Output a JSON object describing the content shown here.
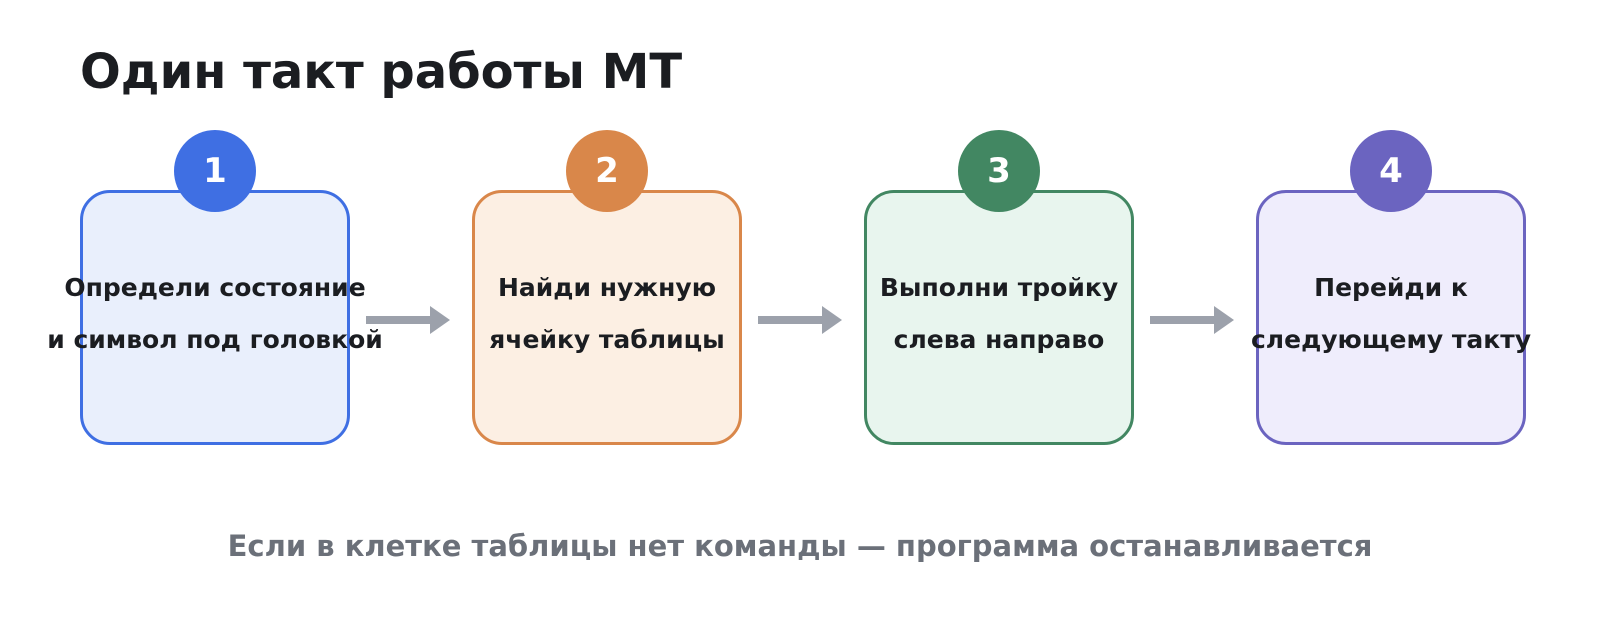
{
  "title": "Один такт работы МТ",
  "steps": [
    {
      "number": "1",
      "lines": [
        "Определи состояние",
        "и символ под головкой"
      ],
      "accent_color": "#3f6fe3",
      "fill_color": "#e9effc"
    },
    {
      "number": "2",
      "lines": [
        "Найди нужную",
        "ячейку таблицы"
      ],
      "accent_color": "#d9874a",
      "fill_color": "#fcefe3"
    },
    {
      "number": "3",
      "lines": [
        "Выполни тройку",
        "слева направо"
      ],
      "accent_color": "#428762",
      "fill_color": "#e8f5ee"
    },
    {
      "number": "4",
      "lines": [
        "Перейди к",
        "следующему такту"
      ],
      "accent_color": "#6b64c0",
      "fill_color": "#efedfc"
    }
  ],
  "footnote": "Если в клетке таблицы нет команды — программа останавливается"
}
